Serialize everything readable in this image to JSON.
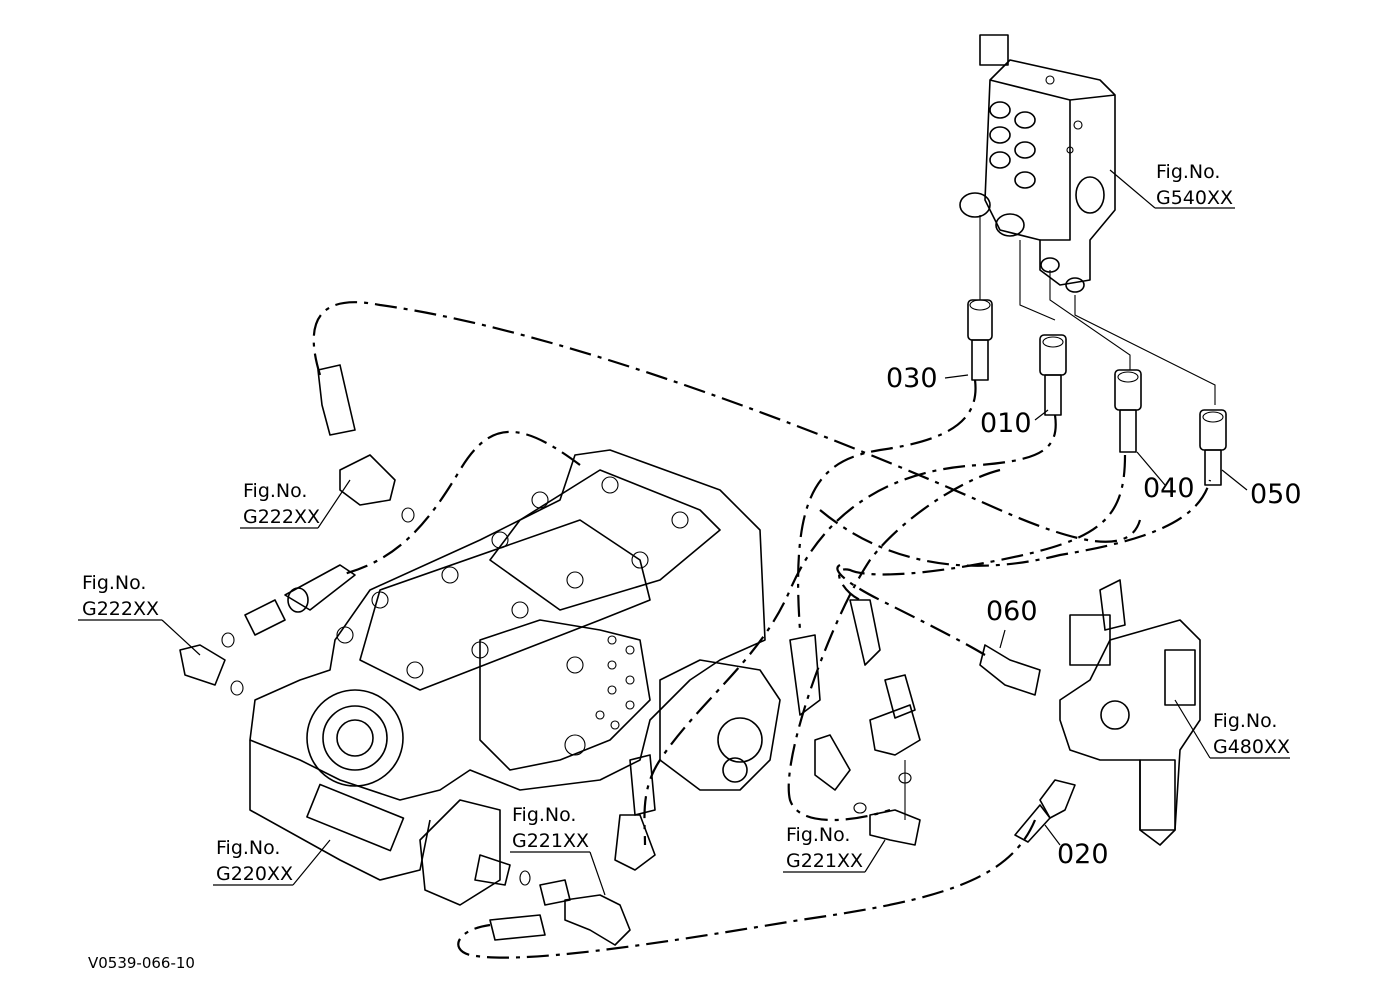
{
  "labels": {
    "fig_g540": {
      "title": "Fig.No.",
      "code": "G540XX"
    },
    "fig_g222_top": {
      "title": "Fig.No.",
      "code": "G222XX"
    },
    "fig_g222_left": {
      "title": "Fig.No.",
      "code": "G222XX"
    },
    "fig_g221_mid": {
      "title": "Fig.No.",
      "code": "G221XX"
    },
    "fig_g221_right": {
      "title": "Fig.No.",
      "code": "G221XX"
    },
    "fig_g220": {
      "title": "Fig.No.",
      "code": "G220XX"
    },
    "fig_g480": {
      "title": "Fig.No.",
      "code": "G480XX"
    }
  },
  "parts": {
    "p010": "010",
    "p020": "020",
    "p030": "030",
    "p040": "040",
    "p050": "050",
    "p060": "060"
  },
  "drawing_code": "V0539-066-10"
}
